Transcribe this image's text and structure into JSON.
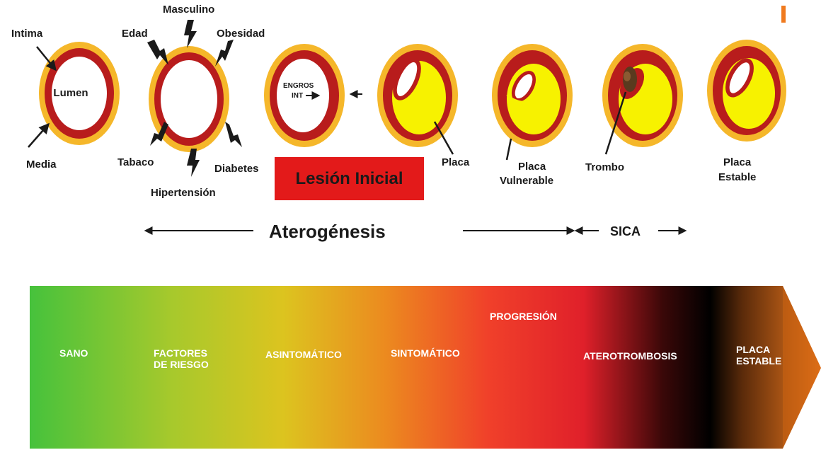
{
  "top_labels": {
    "intima": "Intima",
    "lumen": "Lumen",
    "media": "Media",
    "edad": "Edad",
    "masculino": "Masculino",
    "obesidad": "Obesidad",
    "tabaco": "Tabaco",
    "diabetes": "Diabetes",
    "hipertension": "Hipertensión",
    "engros_1": "ENGROS",
    "engros_2": "INT",
    "placa": "Placa",
    "placa_vulnerable_1": "Placa",
    "placa_vulnerable_2": "Vulnerable",
    "trombo": "Trombo",
    "placa_estable_1": "Placa",
    "placa_estable_2": "Estable"
  },
  "lesion_box": "Lesión Inicial",
  "timeline": {
    "aterogenesis": "Aterogénesis",
    "sica": "SICA"
  },
  "progression_bar": {
    "stages": [
      {
        "lines": [
          "SANO"
        ]
      },
      {
        "lines": [
          "FACTORES",
          "DE RIESGO"
        ]
      },
      {
        "lines": [
          "ASINTOMÁTICO"
        ]
      },
      {
        "lines": [
          "SINTOMÁTICO"
        ]
      },
      {
        "lines": [
          "PROGRESIÓN"
        ]
      },
      {
        "lines": [
          "ATEROTROMBOSIS"
        ]
      },
      {
        "lines": [
          "PLACA",
          "ESTABLE"
        ]
      }
    ],
    "colors": [
      "#4cc13a",
      "#b6c72b",
      "#e3c21f",
      "#ef7a1f",
      "#f02a2a",
      "#000000",
      "#f07a1e"
    ],
    "highlight_color": "#f2b417"
  },
  "ring_colors": {
    "outer": "#f5b72a",
    "media": "#b81c1c",
    "plaque": "#f7f200"
  }
}
